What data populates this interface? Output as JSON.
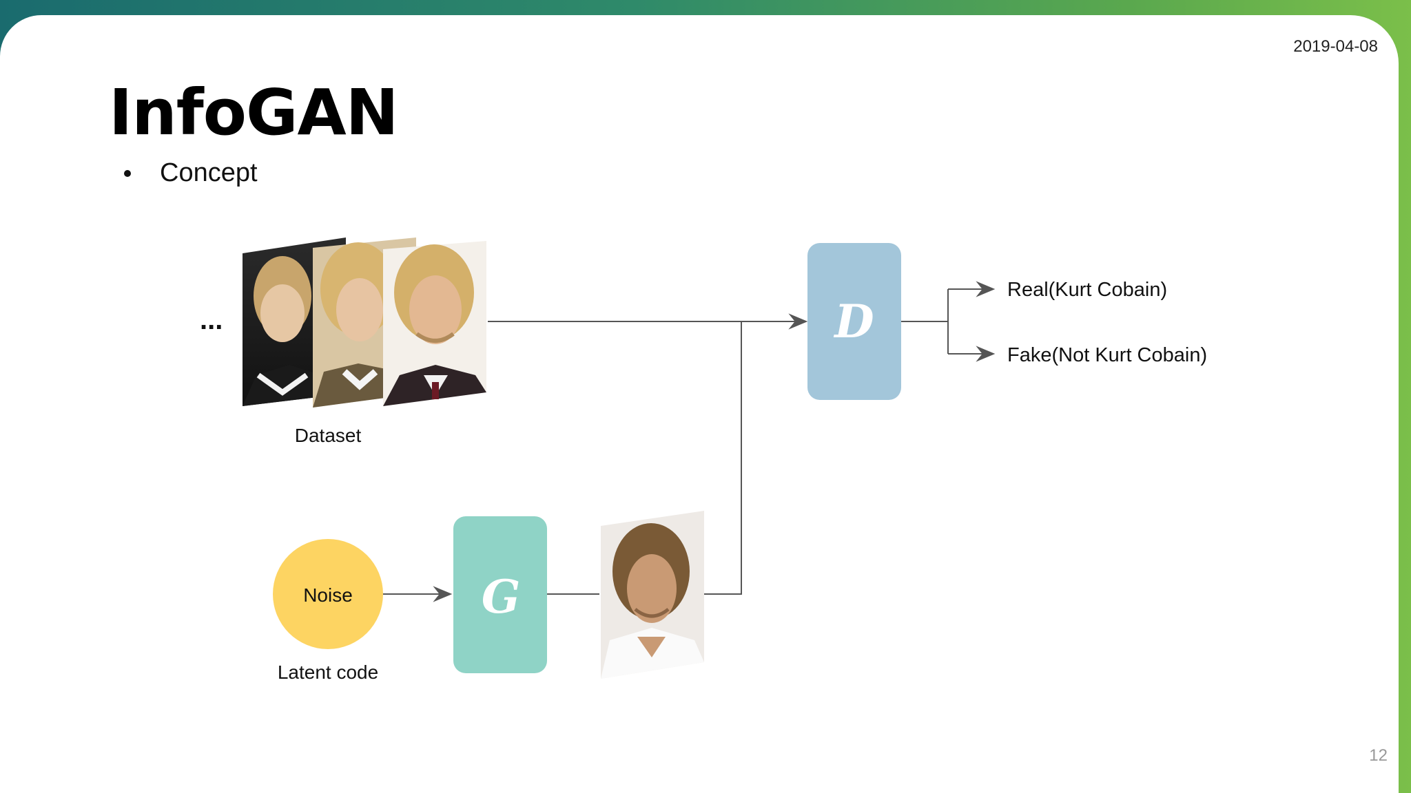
{
  "slide": {
    "date": "2019-04-08",
    "title": "InfoGAN",
    "bullet": "Concept",
    "page_number": "12"
  },
  "diagram": {
    "dataset_ellipsis": "...",
    "dataset_label": "Dataset",
    "discriminator_letter": "D",
    "generator_letter": "G",
    "noise_label": "Noise",
    "latent_label": "Latent code",
    "output_real": "Real(Kurt Cobain)",
    "output_fake": "Fake(Not Kurt Cobain)"
  },
  "colors": {
    "discriminator_box": "#a3c6da",
    "generator_box": "#8fd3c6",
    "noise_circle": "#fdd462",
    "connector": "#555555"
  },
  "icons": {
    "dataset_photos": "portrait-photo-stack",
    "generated_photo": "portrait-photo"
  }
}
